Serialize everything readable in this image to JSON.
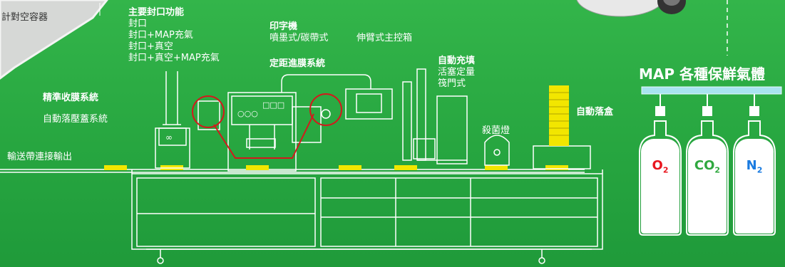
{
  "corner_label": "計對空容器",
  "sealing": {
    "title": "主要封口功能",
    "items": [
      "封口",
      "封口+MAP充氣",
      "封口+真空",
      "封口+真空+MAP充氣"
    ]
  },
  "printer": {
    "title": "印字機",
    "subtitle": "噴墨式/碳帶式"
  },
  "control_box": "伸臂式主控箱",
  "film_feed": "定距進膜系統",
  "filling": {
    "title": "自動充填",
    "items": [
      "活塞定量",
      "筏門式"
    ]
  },
  "precise_film": "精準收膜系統",
  "auto_lid": "自動落壓蓋系統",
  "sterilizer": "殺菌燈",
  "auto_box": "自動落盒",
  "conveyor": "輸送帶連接輸出",
  "map_title": "MAP 各種保鮮氣體",
  "gases": [
    {
      "main": "O",
      "sub": "2",
      "color": "#e8161e"
    },
    {
      "main": "CO",
      "sub": "2",
      "color": "#2fa83f"
    },
    {
      "main": "N",
      "sub": "2",
      "color": "#1a7be0"
    }
  ],
  "panel_buttons": "○○○",
  "panel_buttons2": "□□□",
  "fan_symbol": "∞"
}
